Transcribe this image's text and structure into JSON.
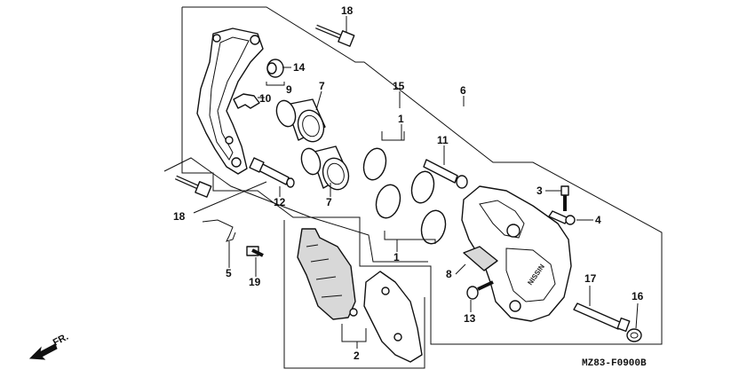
{
  "diagram": {
    "drawing_code": "MZ83-F0900B",
    "direction_label": "FR.",
    "brand_text": "NISSIN",
    "callouts": [
      {
        "id": "c18a",
        "num": "18"
      },
      {
        "id": "c14",
        "num": "14"
      },
      {
        "id": "c9",
        "num": "9"
      },
      {
        "id": "c10",
        "num": "10"
      },
      {
        "id": "c7a",
        "num": "7"
      },
      {
        "id": "c15",
        "num": "15"
      },
      {
        "id": "c6",
        "num": "6"
      },
      {
        "id": "c1a",
        "num": "1"
      },
      {
        "id": "c11",
        "num": "11"
      },
      {
        "id": "c3",
        "num": "3"
      },
      {
        "id": "c4",
        "num": "4"
      },
      {
        "id": "c12",
        "num": "12"
      },
      {
        "id": "c7b",
        "num": "7"
      },
      {
        "id": "c18b",
        "num": "18"
      },
      {
        "id": "c1b",
        "num": "1"
      },
      {
        "id": "c5",
        "num": "5"
      },
      {
        "id": "c19",
        "num": "19"
      },
      {
        "id": "c8",
        "num": "8"
      },
      {
        "id": "c17",
        "num": "17"
      },
      {
        "id": "c16",
        "num": "16"
      },
      {
        "id": "c13",
        "num": "13"
      },
      {
        "id": "c2",
        "num": "2"
      }
    ]
  }
}
